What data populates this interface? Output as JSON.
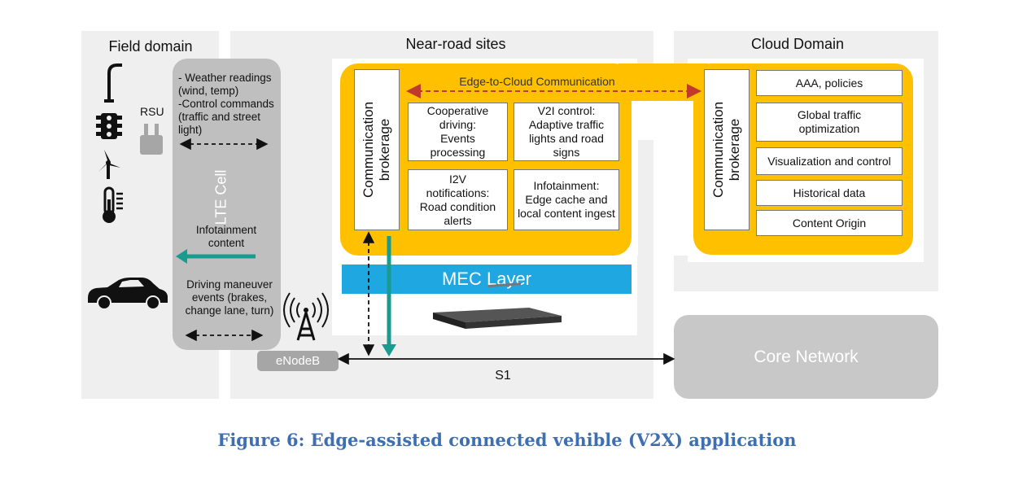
{
  "domains": {
    "field": "Field domain",
    "near_road": "Near-road sites",
    "cloud": "Cloud Domain"
  },
  "field": {
    "rsu_label": "RSU",
    "lte_cell_label": "LTE Cell",
    "weather_text": [
      "- Weather readings",
      "(wind, temp)",
      "-Control commands",
      "(traffic and street",
      "light)"
    ],
    "infotainment_text": [
      "Infotainment",
      "content"
    ],
    "driving_text": [
      "Driving maneuver",
      "events (brakes,",
      "change lane, turn)"
    ],
    "icons": [
      "street-lamp-icon",
      "traffic-light-icon",
      "wind-turbine-icon",
      "thermometer-icon",
      "rsu-icon",
      "car-icon",
      "antenna-tower-icon"
    ]
  },
  "near_road": {
    "edge_to_cloud": "Edge-to-Cloud Communication",
    "brokerage": [
      "Communication",
      "brokerage"
    ],
    "boxes": [
      [
        "Cooperative",
        "driving:",
        "Events",
        "processing"
      ],
      [
        "V2I control:",
        "Adaptive traffic",
        "lights and road",
        "signs"
      ],
      [
        "I2V",
        "notifications:",
        "Road condition",
        "alerts"
      ],
      [
        "Infotainment:",
        "Edge cache and",
        "local content ingest"
      ]
    ],
    "mec_layer": "MEC Layer",
    "enodeb": "eNodeB",
    "s1": "S1"
  },
  "cloud": {
    "brokerage": [
      "Communication",
      "brokerage"
    ],
    "boxes": [
      "AAA, policies",
      "Global traffic optimization",
      "Visualization and control",
      "Historical data",
      "Content Origin"
    ]
  },
  "core_network": "Core Network",
  "caption": "Figure 6: Edge-assisted connected vehible (V2X) application",
  "colors": {
    "gold": "#ffc000",
    "mec_blue": "#1ea7e1",
    "teal_arrow": "#1a9b8f",
    "red_dashed": "#c0392b",
    "caption_blue": "#3e6fb3"
  }
}
